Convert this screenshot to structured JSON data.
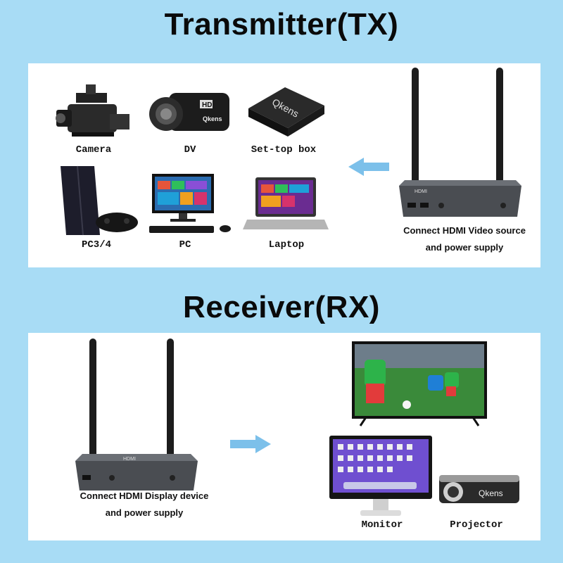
{
  "transmitter": {
    "title": "Transmitter(TX)",
    "devices": [
      {
        "label": "Camera"
      },
      {
        "label": "DV",
        "brand": "Qkens",
        "badge": "HD"
      },
      {
        "label": "Set-top box",
        "brand": "Qkens"
      },
      {
        "label": "PC3/4"
      },
      {
        "label": "PC"
      },
      {
        "label": "Laptop"
      }
    ],
    "caption_line1": "Connect HDMI Video source",
    "caption_line2": "and power supply",
    "unit_badge": "HDMI"
  },
  "receiver": {
    "title": "Receiver(RX)",
    "caption_line1": "Connect HDMI Display device",
    "caption_line2": "and power supply",
    "unit_badge": "HDMI",
    "outputs": [
      {
        "label": "Monitor"
      },
      {
        "label": "Projector",
        "brand": "Qkens"
      }
    ]
  },
  "colors": {
    "background": "#a8dcf5",
    "panel": "#ffffff",
    "arrow": "#7cc0ea"
  }
}
